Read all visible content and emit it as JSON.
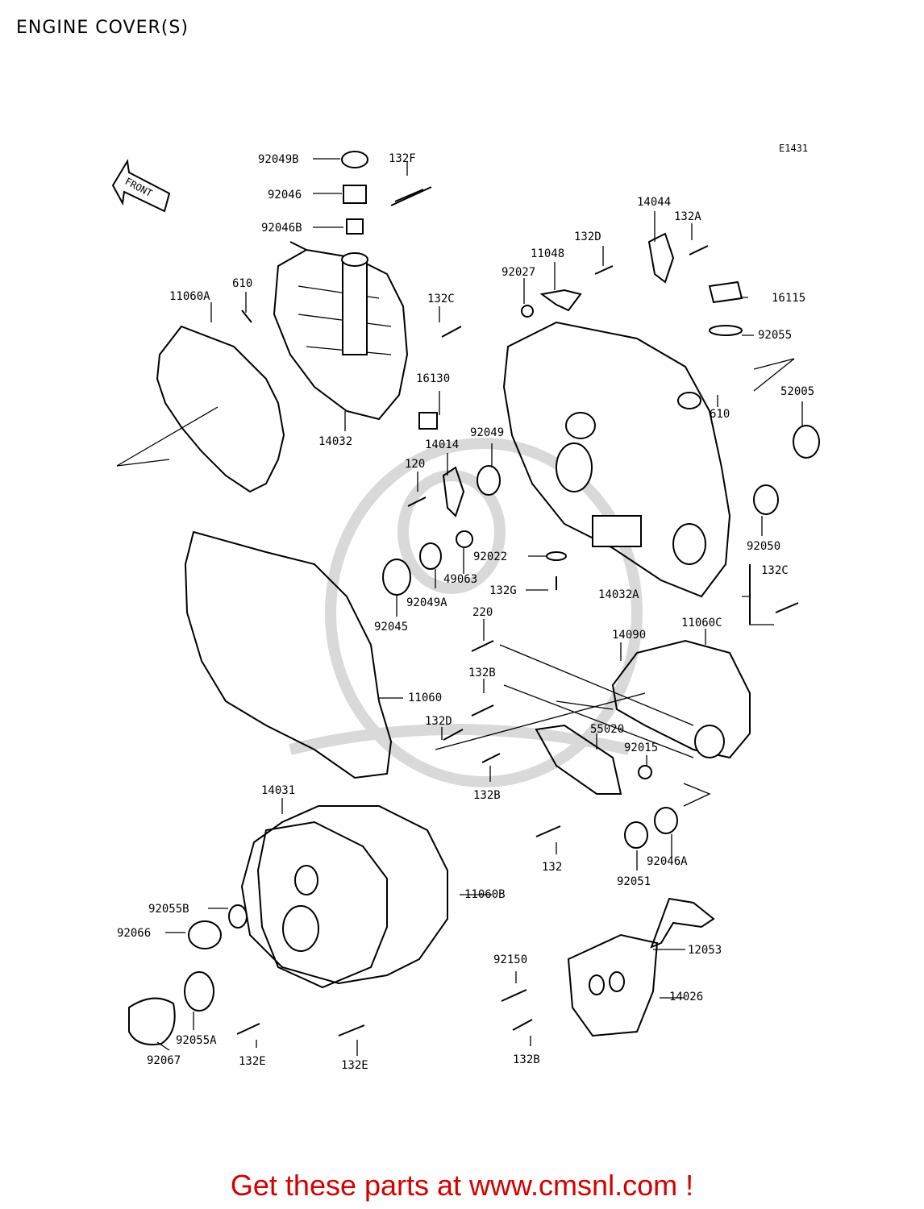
{
  "title": "ENGINE COVER(S)",
  "diagram_code": "E1431",
  "front_label": "FRONT",
  "footer": "Get these parts at www.cmsnl.com !",
  "colors": {
    "footer": "#d40000",
    "lines": "#000000",
    "watermark": "#d9d9d9"
  },
  "part_labels": {
    "p92049B": "92049B",
    "p132F": "132F",
    "p92046": "92046",
    "p92046B": "92046B",
    "p610a": "610",
    "p11060A": "11060A",
    "p14032": "14032",
    "p132Ca": "132C",
    "p14044": "14044",
    "p132A": "132A",
    "p132Da": "132D",
    "p11048": "11048",
    "p92027": "92027",
    "p16115": "16115",
    "p92055": "92055",
    "p610b": "610",
    "p52005": "52005",
    "p16130": "16130",
    "p14014": "14014",
    "p92049": "92049",
    "p120": "120",
    "p92050": "92050",
    "p92022": "92022",
    "p49063": "49063",
    "p132G": "132G",
    "p14032A": "14032A",
    "p132Cb": "132C",
    "p92049A": "92049A",
    "p92045": "92045",
    "p220": "220",
    "p14090": "14090",
    "p11060C": "11060C",
    "p132Ba": "132B",
    "p11060": "11060",
    "p132Db": "132D",
    "p55020": "55020",
    "p92015": "92015",
    "p132Bb": "132B",
    "p14031": "14031",
    "p132": "132",
    "p92046A": "92046A",
    "p92051": "92051",
    "p11060B": "11060B",
    "p92055B": "92055B",
    "p92066": "92066",
    "p12053": "12053",
    "p92150": "92150",
    "p14026": "14026",
    "p92055A": "92055A",
    "p132Ea": "132E",
    "p132Eb": "132E",
    "p132Bc": "132B",
    "p92067": "92067"
  }
}
